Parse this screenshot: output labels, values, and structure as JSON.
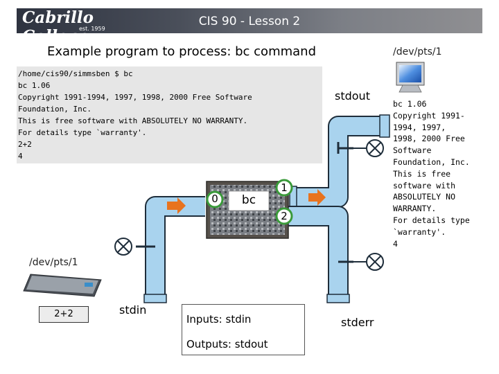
{
  "header": {
    "logo_main": "Cabrillo College",
    "logo_sub": "est. 1959",
    "title": "CIS 90 - Lesson 2"
  },
  "subtitle": "Example program to process: bc command",
  "terminal_top_label": "/dev/pts/1",
  "terminal_lines": [
    "/home/cis90/simmsben $ bc",
    "bc 1.06",
    "Copyright 1991-1994, 1997, 1998, 2000 Free Software",
    "Foundation, Inc.",
    "This is free software with ABSOLUTELY NO WARRANTY.",
    "For details type `warranty'.",
    "2+2",
    "4"
  ],
  "output_lines": [
    "bc 1.06",
    "Copyright 1991-",
    "1994, 1997,",
    "1998, 2000 Free",
    "Software",
    "Foundation, Inc.",
    "This is free",
    "software with",
    "ABSOLUTELY NO",
    "WARRANTY.",
    "For details type",
    "`warranty'.",
    "4"
  ],
  "diagram": {
    "stdout_label": "stdout",
    "stdin_label": "stdin",
    "stderr_label": "stderr",
    "program_label": "bc",
    "fd_in": "0",
    "fd_out": "1",
    "fd_err": "2",
    "keyboard_device_label": "/dev/pts/1",
    "keyboard_input": "2+2",
    "inputs_label": "Inputs:",
    "inputs_value": "stdin",
    "outputs_label": "Outputs:",
    "outputs_value": "stdout"
  },
  "colors": {
    "pipe": "#a9d3ee",
    "pipe_edge": "#1e2d3a",
    "arrow": "#e8731e",
    "fd_circle_border": "#3a9a3a"
  }
}
